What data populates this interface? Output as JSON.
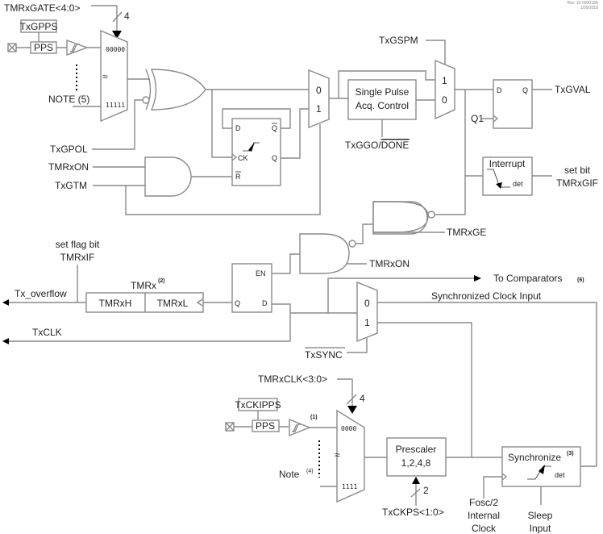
{
  "revision": {
    "line1": "Rev. 10-000018A",
    "line2": "1/09/2018"
  },
  "gate_path": {
    "gate_select": "TMRxGATE<4:0>",
    "gate_bus_width": "4",
    "gate_pps_register": "TxGPPS",
    "pps": "PPS",
    "mux_first": "00000",
    "mux_last": "11111",
    "note": "NOTE (5)",
    "polarity": "TxGPOL",
    "timer_on": "TMRxON",
    "toggle_mode": "TxGTM",
    "mux_in0": "0",
    "mux_in1": "1",
    "ff_d": "D",
    "ff_qbar": "Q",
    "ff_ck": "CK",
    "ff_q": "Q",
    "ff_r": "R",
    "single_pulse_line1": "Single Pulse",
    "single_pulse_line2": "Acq. Control",
    "go_done_prefix": "TxGGO/",
    "go_done_suffix": "DONE",
    "single_pulse_mode": "TxGSPM",
    "spm_in1": "1",
    "spm_in0": "0",
    "gval_d": "D",
    "gval_q": "Q",
    "gval": "TxGVAL",
    "q1": "Q1",
    "interrupt": "Interrupt",
    "interrupt_det": "det",
    "set_bit": "set bit",
    "gate_flag": "TMRxGIF",
    "gate_enable": "TMRxGE",
    "timer_on2": "TMRxON"
  },
  "timer": {
    "set_flag": "set flag bit",
    "flag": "TMRxIF",
    "register": "TMRx",
    "register_note": "(2)",
    "high": "TMRxH",
    "low": "TMRxL",
    "overflow": "Tx_overflow",
    "clk": "TxCLK",
    "en": "EN",
    "q": "Q",
    "d": "D",
    "to_comparators": "To Comparators",
    "to_comparators_note": "(6)",
    "sync_clock_input": "Synchronized Clock Input",
    "sync_in0": "0",
    "sync_in1": "1",
    "sync": "TxSYNC"
  },
  "clock_path": {
    "clock_select": "TMRxCLK<3:0>",
    "clock_bus_width": "4",
    "clock_pps_register": "TxCKIPPS",
    "pps": "PPS",
    "buffer_note": "(1)",
    "mux_first": "0000",
    "mux_last": "1111",
    "note": "Note",
    "note_num": "(4)",
    "prescaler_line1": "Prescaler",
    "prescaler_line2": "1,2,4,8",
    "prescale_select": "TxCKPS<1:0>",
    "prescale_bus_width": "2",
    "synchronize": "Synchronize",
    "synchronize_note": "(3)",
    "sync_det": "det",
    "fosc_line1": "Fosc/2",
    "fosc_line2": "Internal",
    "fosc_line3": "Clock",
    "sleep_line1": "Sleep",
    "sleep_line2": "Input"
  }
}
